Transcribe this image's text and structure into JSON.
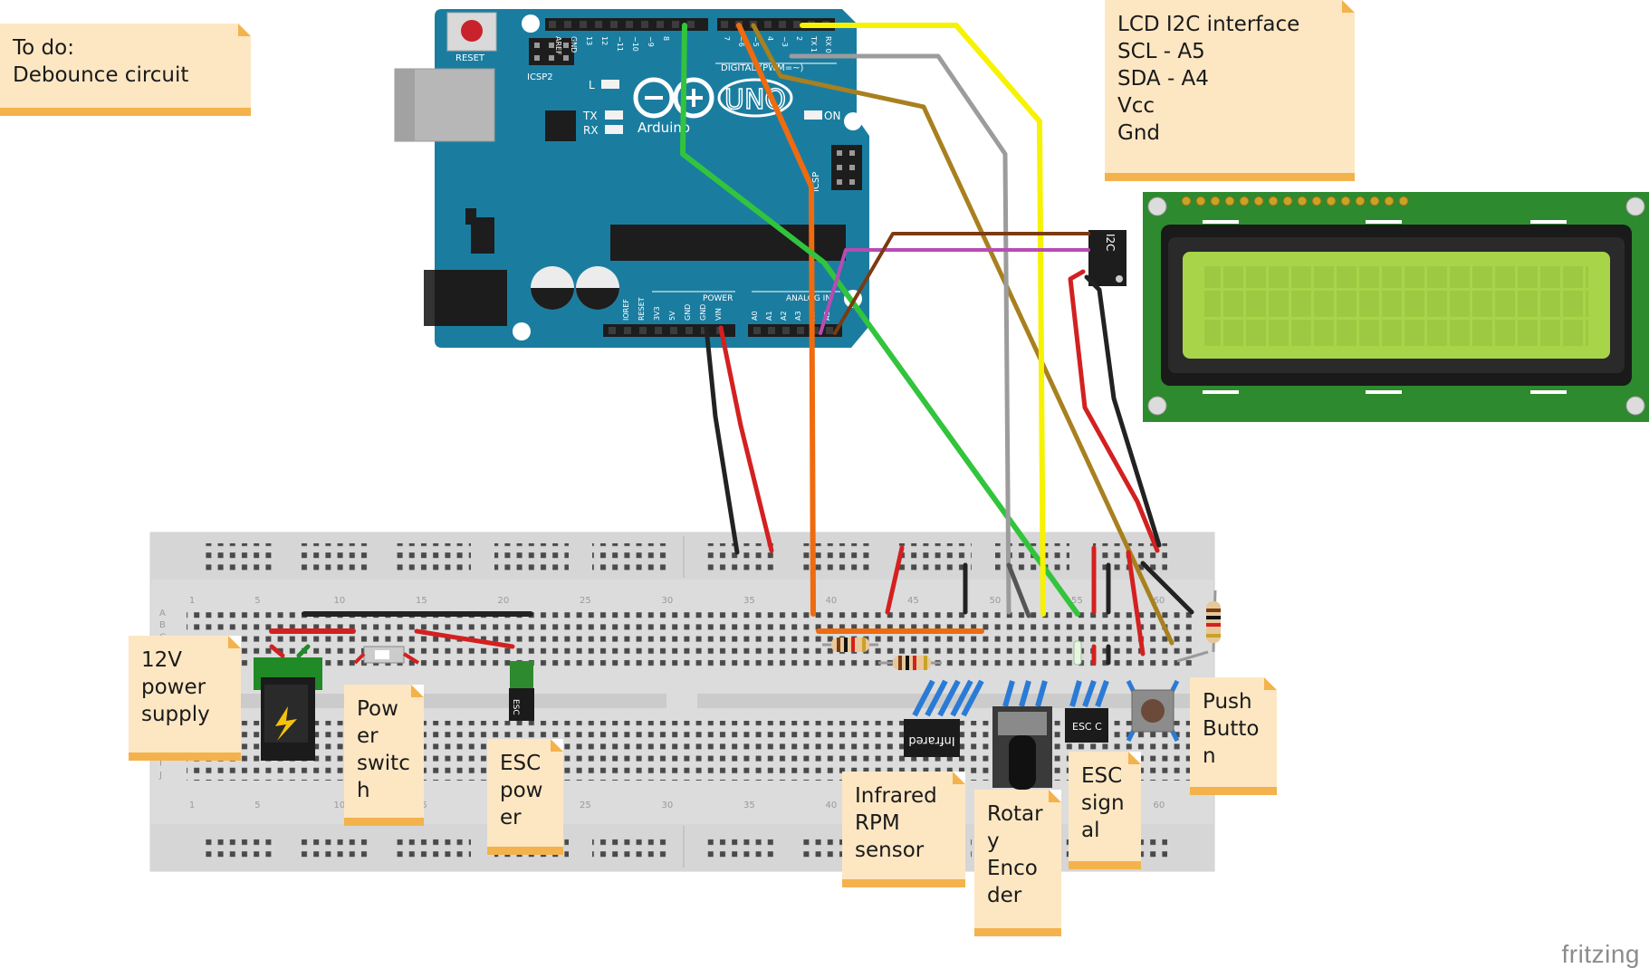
{
  "notes": {
    "todo": {
      "lines": [
        "To do:",
        "Debounce circuit"
      ]
    },
    "lcd_i2c": {
      "lines": [
        "LCD I2C interface",
        "SCL - A5",
        "SDA - A4",
        "Vcc",
        "Gnd"
      ]
    },
    "power_supply": {
      "lines": [
        "12V",
        "power",
        "supply"
      ]
    },
    "power_switch": {
      "lines": [
        "Pow",
        "er",
        "switc",
        "h"
      ]
    },
    "esc_power": {
      "lines": [
        "ESC",
        "pow",
        "er"
      ]
    },
    "infrared": {
      "lines": [
        "Infrared",
        "RPM",
        "sensor"
      ]
    },
    "rotary": {
      "lines": [
        "Rotar",
        "y",
        "Enco",
        "der"
      ]
    },
    "esc_signal": {
      "lines": [
        "ESC",
        "sign",
        "al"
      ]
    },
    "push_button": {
      "lines": [
        "Push",
        "Butto",
        "n"
      ]
    }
  },
  "arduino": {
    "reset_label": "RESET",
    "icsp2_label": "ICSP2",
    "icsp_label": "ICSP",
    "digital_label": "DIGITAL (PWM=~)",
    "brand": "Arduino",
    "model": "UNO",
    "on_label": "ON",
    "l_label": "L",
    "tx_label": "TX",
    "rx_label": "RX",
    "power_label": "POWER",
    "analog_label": "ANALOG IN",
    "top_pins": [
      "AREF",
      "GND",
      "13",
      "12",
      "~11",
      "~10",
      "~9",
      "8",
      "7",
      "~6",
      "~5",
      "4",
      "~3",
      "2",
      "TX 1",
      "RX 0"
    ],
    "bottom_pins": [
      "IOREF",
      "RESET",
      "3V3",
      "5V",
      "GND",
      "GND",
      "VIN",
      "A0",
      "A1",
      "A2",
      "A3",
      "A4",
      "A5"
    ]
  },
  "i2c_module": {
    "label": "I2C"
  },
  "breadboard": {
    "column_numbers": [
      "1",
      "5",
      "10",
      "15",
      "20",
      "25",
      "30",
      "35",
      "40",
      "45",
      "50",
      "55",
      "60"
    ],
    "row_letters_top": [
      "A",
      "B",
      "C",
      "D",
      "E"
    ],
    "row_letters_bottom": [
      "F",
      "G",
      "H",
      "I",
      "J"
    ]
  },
  "components": {
    "esc_power_chip": "ESC",
    "esc_signal_chip": "ESC C",
    "infrared_chip": "Infrared"
  },
  "watermark": "fritzing",
  "colors": {
    "arduino_blue": "#1a7da0",
    "wire_yellow": "#f6f200",
    "wire_green": "#32c43c",
    "wire_orange": "#ee6b10",
    "wire_gray": "#9c9c9c",
    "wire_brown": "#7b3a12",
    "wire_gold": "#a8801f",
    "wire_purple": "#b84bb2",
    "wire_red": "#d42020",
    "wire_black": "#222222",
    "lcd_green": "#2d8a2e",
    "lcd_screen": "#a8d44a",
    "note_bg": "#fde7c3",
    "note_border": "#f4b24c"
  }
}
